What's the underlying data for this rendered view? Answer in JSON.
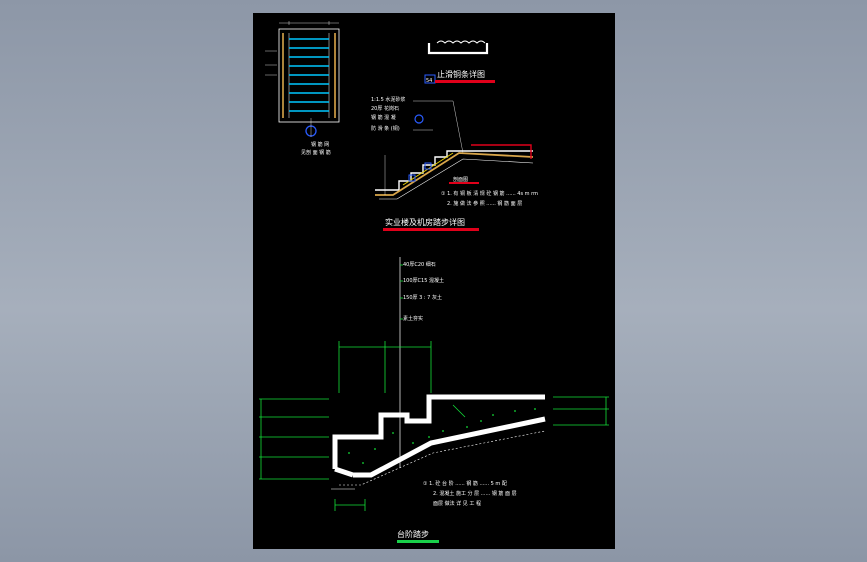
{
  "drawing": {
    "colors": {
      "background": "#000000",
      "frame": "#8d97a7",
      "red_bar": "#e0001a",
      "green_bar": "#19d04a",
      "cyan": "#00c8ff",
      "blue": "#2a5cff",
      "yellow": "#e8d100",
      "green_dim": "#13e038",
      "white": "#ffffff",
      "orange": "#d9a64a"
    },
    "titles": {
      "top_right_detail": "止滑铜条详图",
      "detail_number": "54",
      "section_label": "剖面图",
      "stair_title": "实业楼及机房踏步详图",
      "bottom_title": "台阶踏步"
    },
    "annotations": {
      "slip_note_1": "①  1. 有 铜 板 清 规 砼 钢 筋 ...... 4s m rm",
      "slip_note_2": "2.  施 做 法 参 照 ...... 钢 筋 面 层",
      "leader_1": "40厚C20 细石",
      "leader_2": "100厚C15 混凝土",
      "leader_3": "150厚 3 : 7 灰土",
      "leader_4": "素土夯实",
      "bottom_note_1": "①  1. 砼 台 阶 ...... 钢 筋 ...... 5 m 配",
      "bottom_note_2": "2.  混凝土 施工 分 层 ...... 钢 筋 面 层",
      "bottom_note_3": "面层 做法 详 见 工 程",
      "plan_label": "钢 筋 网",
      "plan_sublabel": "见剖 面 钢 筋",
      "stair_leader_a": "1:1.5 水泥砂浆",
      "stair_leader_b": "20厚 花岗石",
      "stair_leader_c": "钢 筋 混 凝",
      "stair_leader_d": "防 滑 条 (铜)"
    }
  }
}
